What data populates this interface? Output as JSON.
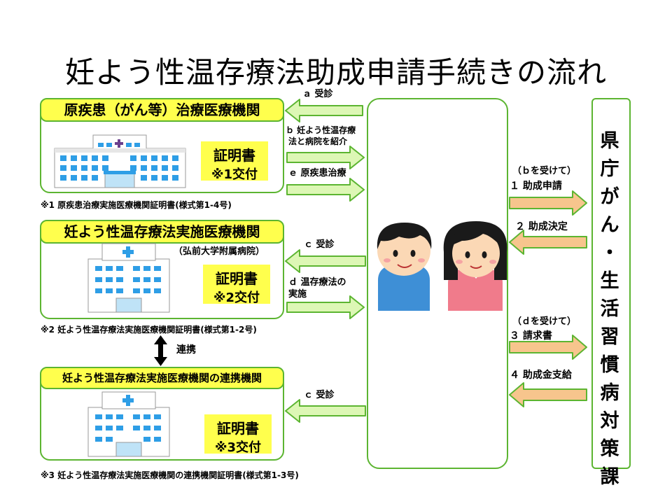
{
  "title": "妊よう性温存療法助成申請手続きの流れ",
  "institutions": {
    "primary": {
      "head": "原疾患（がん等）治療医療機関",
      "cert_line1": "証明書",
      "cert_line2": "※1交付",
      "note": "※1 原疾患治療実施医療機関証明書(様式第1-4号)"
    },
    "implementing": {
      "head": "妊よう性温存療法実施医療機関",
      "sub": "（弘前大学附属病院）",
      "cert_line1": "証明書",
      "cert_line2": "※2交付",
      "note": "※2 妊よう性温存療法実施医療機関証明書(様式第1-2号)"
    },
    "partner": {
      "head": "妊よう性温存療法実施医療機関の連携機関",
      "cert_line1": "証明書",
      "cert_line2": "※3交付",
      "note": "※3 妊よう性温存療法実施医療機関の連携機関証明書(様式第1-3号)"
    },
    "link_label": "連携"
  },
  "flows": {
    "a": "ａ 受診",
    "b_line1": "ｂ 妊よう性温存療",
    "b_line2": "法と病院を紹介",
    "e": "ｅ 原疾患治療",
    "c1": "ｃ 受診",
    "d_line1": "ｄ 温存療法の",
    "d_line2": "実施",
    "c2": "ｃ 受診"
  },
  "prefecture_flows": {
    "cond_b": "（ｂを受けて）",
    "step1": "１ 助成申請",
    "step2": "２ 助成決定",
    "cond_d": "（ｄを受けて）",
    "step3": "３ 請求書",
    "step4": "４ 助成金支給"
  },
  "prefecture": {
    "name_chars": [
      "県",
      "庁",
      "が",
      "ん",
      "・",
      "生",
      "活",
      "習",
      "慣",
      "病",
      "対",
      "策",
      "課"
    ]
  },
  "colors": {
    "green_border": "#5cb531",
    "yellow_fill": "#ffff4d",
    "green_arrow_fill": "#ddf7b5",
    "orange_arrow_fill": "#f7c58d",
    "building_blue": "#2e9ee6",
    "cross_purple": "#6a3f8c"
  }
}
